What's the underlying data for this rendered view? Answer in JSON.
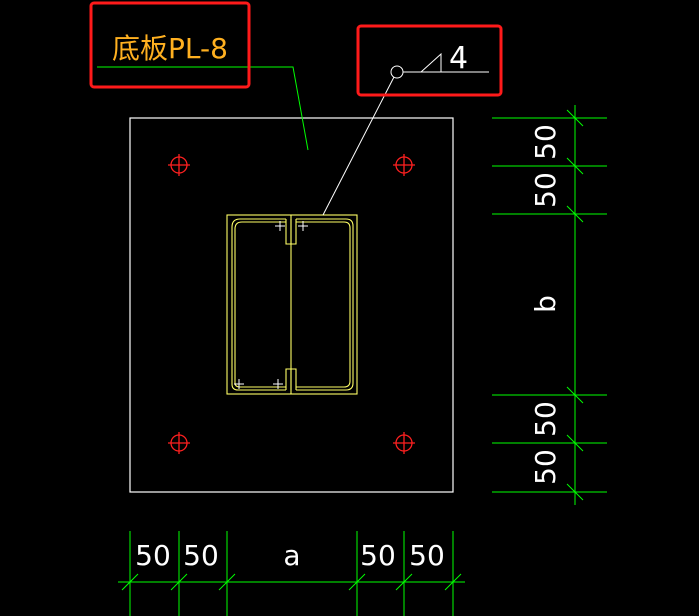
{
  "drawing": {
    "plate_label": "底板PL-8",
    "weld_size": "4",
    "dimensions": {
      "vertical": [
        "50",
        "50",
        "b",
        "50",
        "50"
      ],
      "horizontal": [
        "50",
        "50",
        "a",
        "50",
        "50"
      ]
    }
  },
  "colors": {
    "background": "#000000",
    "plate": "#ffffff",
    "section": "#ffff66",
    "bolt": "#ff2020",
    "dimension": "#00ff00",
    "dim_text": "#ffffff",
    "label_text": "#ffb020",
    "highlight_box": "#ff1a1a"
  }
}
